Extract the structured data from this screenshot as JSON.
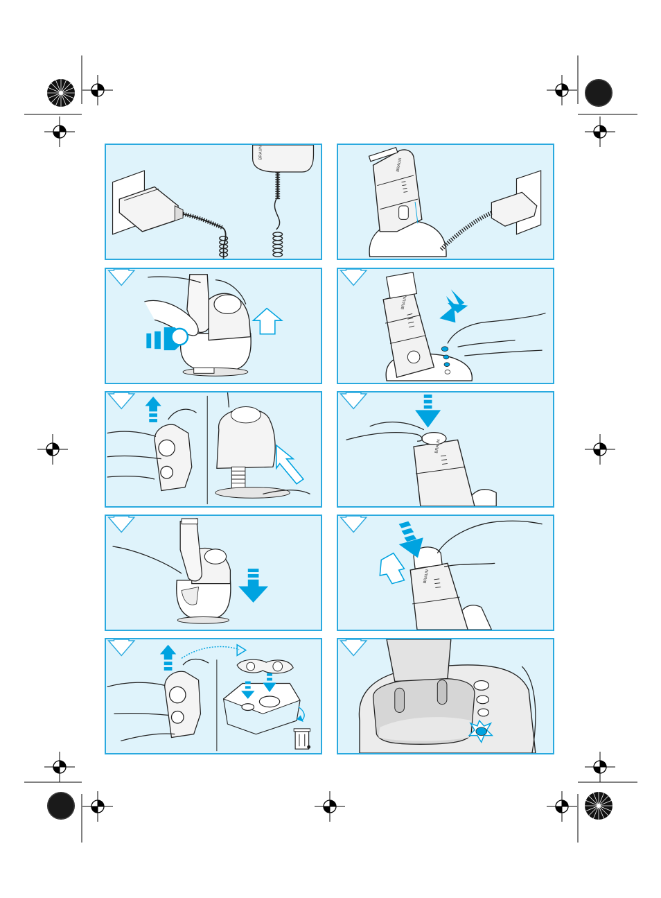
{
  "document": {
    "colors": {
      "panel_fill": "#dff3fb",
      "panel_border": "#29a9df",
      "accent_blue": "#00a3e0",
      "line_dark": "#222222",
      "device_grey": "#e9e9e9"
    },
    "icons": {
      "step_arrow": "step-arrow-icon",
      "registration_mark": "registration-mark-icon",
      "sunburst_mark": "sunburst-mark-icon",
      "recycle_bin": "recycle-bin-icon"
    },
    "panels": [
      {
        "id": "left-1",
        "step_marker": false,
        "brand_text": "BRAUN"
      },
      {
        "id": "left-2",
        "step_marker": true
      },
      {
        "id": "left-3",
        "step_marker": true
      },
      {
        "id": "left-4",
        "step_marker": true
      },
      {
        "id": "left-5",
        "step_marker": true
      },
      {
        "id": "right-1",
        "step_marker": false,
        "brand_text": "BRAUN"
      },
      {
        "id": "right-2",
        "step_marker": true,
        "brand_text": "BRAUN"
      },
      {
        "id": "right-3",
        "step_marker": true,
        "brand_text": "BRAUN"
      },
      {
        "id": "right-4",
        "step_marker": true,
        "brand_text": "BRAUN"
      },
      {
        "id": "right-5",
        "step_marker": true
      }
    ]
  }
}
